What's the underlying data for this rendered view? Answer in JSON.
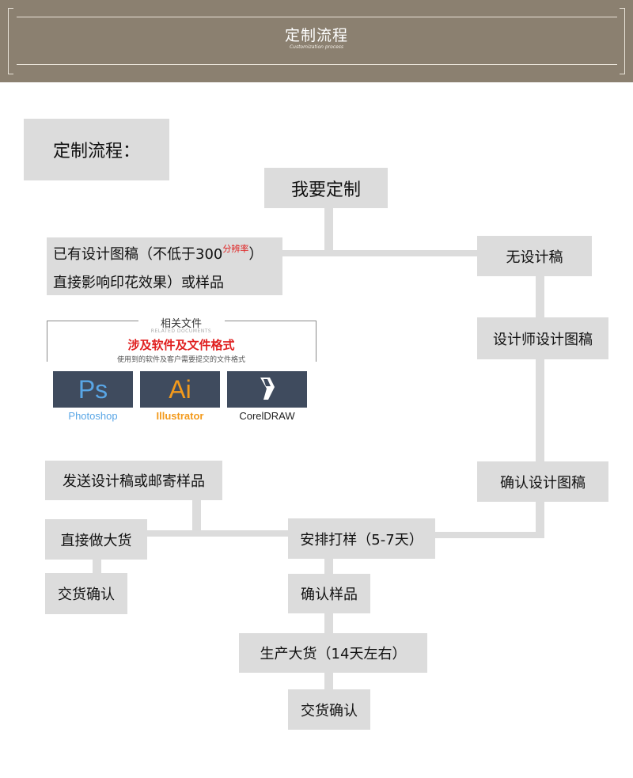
{
  "header": {
    "title": "定制流程",
    "subtitle": "Customization process"
  },
  "main_title": "定制流程：",
  "flow": {
    "start": "我要定制",
    "has_design_line1": "已有设计图稿（不低于300",
    "has_design_resolution": "分辨率",
    "has_design_line1_end": "）",
    "has_design_line2": "直接影响印花效果）或样品",
    "no_design": "无设计稿",
    "designer": "设计师设计图稿",
    "confirm_design": "确认设计图稿",
    "send_design": "发送设计稿或邮寄样品",
    "direct_bulk": "直接做大货",
    "delivery_confirm_left": "交货确认",
    "arrange_sample": "安排打样（5-7天）",
    "confirm_sample": "确认样品",
    "production": "生产大货（14天左右）",
    "delivery_confirm_bottom": "交货确认"
  },
  "software": {
    "title": "相关文件",
    "title_en": "RELATED DOCUMENTS",
    "subtitle": "涉及软件及文件格式",
    "description": "使用到的软件及客户需要提交的文件格式",
    "apps": [
      {
        "glyph": "Ps",
        "name": "Photoshop",
        "color": "#59a6e6"
      },
      {
        "glyph": "Ai",
        "name": "Illustrator",
        "color": "#f39a1c"
      },
      {
        "icon": "coreldraw-pen-icon",
        "name": "CorelDRAW",
        "color": "#222222"
      }
    ]
  },
  "colors": {
    "header_bg": "#8b8070",
    "box_bg": "#dcdcdc",
    "accent_red": "#e02020",
    "app_tile_bg": "#3f4b5e"
  }
}
